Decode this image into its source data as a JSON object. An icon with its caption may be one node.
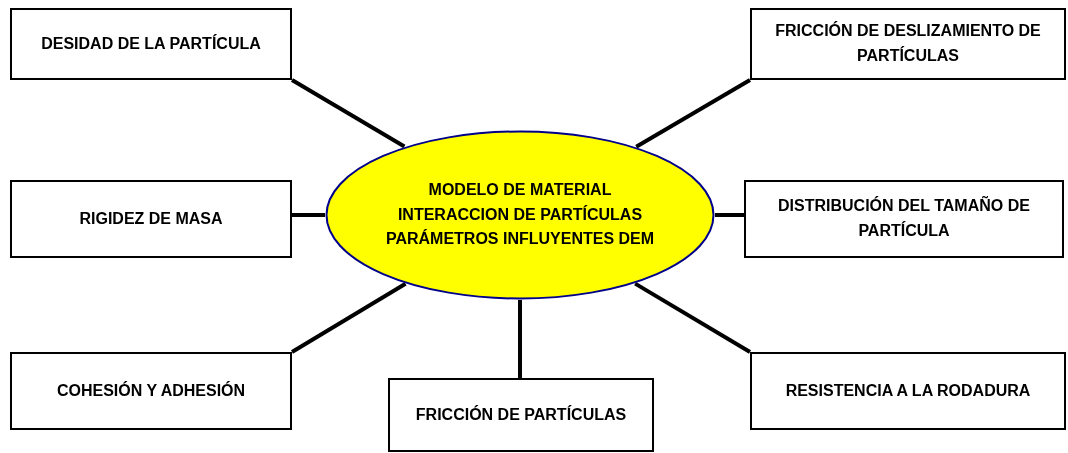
{
  "diagram": {
    "nodes": [
      {
        "text": [
          "MODELO DE MATERIAL",
          "INTERACCION DE PARTÍCULAS",
          "PARÁMETROS INFLUYENTES DEM"
        ]
      },
      {
        "text": [
          "DESIDAD DE LA PARTÍCULA"
        ]
      },
      {
        "text": [
          "FRICCIÓN DE DESLIZAMIENTO DE PARTÍCULAS"
        ]
      },
      {
        "text": [
          "RIGIDEZ DE MASA"
        ]
      },
      {
        "text": [
          "DISTRIBUCIÓN DEL TAMAÑO DE PARTÍCULA"
        ]
      },
      {
        "text": [
          "COHESIÓN Y ADHESIÓN"
        ]
      },
      {
        "text": [
          "FRICCIÓN DE PARTÍCULAS"
        ]
      },
      {
        "text": [
          "RESISTENCIA A LA RODADURA"
        ]
      }
    ],
    "edges": [
      {
        "from": 0,
        "to": 1,
        "arrow": "none"
      },
      {
        "from": 0,
        "to": 2,
        "arrow": "none"
      },
      {
        "from": 0,
        "to": 3,
        "arrow": "none"
      },
      {
        "from": 0,
        "to": 4,
        "arrow": "none"
      },
      {
        "from": 0,
        "to": 5,
        "arrow": "none"
      },
      {
        "from": 0,
        "to": 6,
        "arrow": "none"
      },
      {
        "from": 0,
        "to": 7,
        "arrow": "none"
      }
    ]
  }
}
